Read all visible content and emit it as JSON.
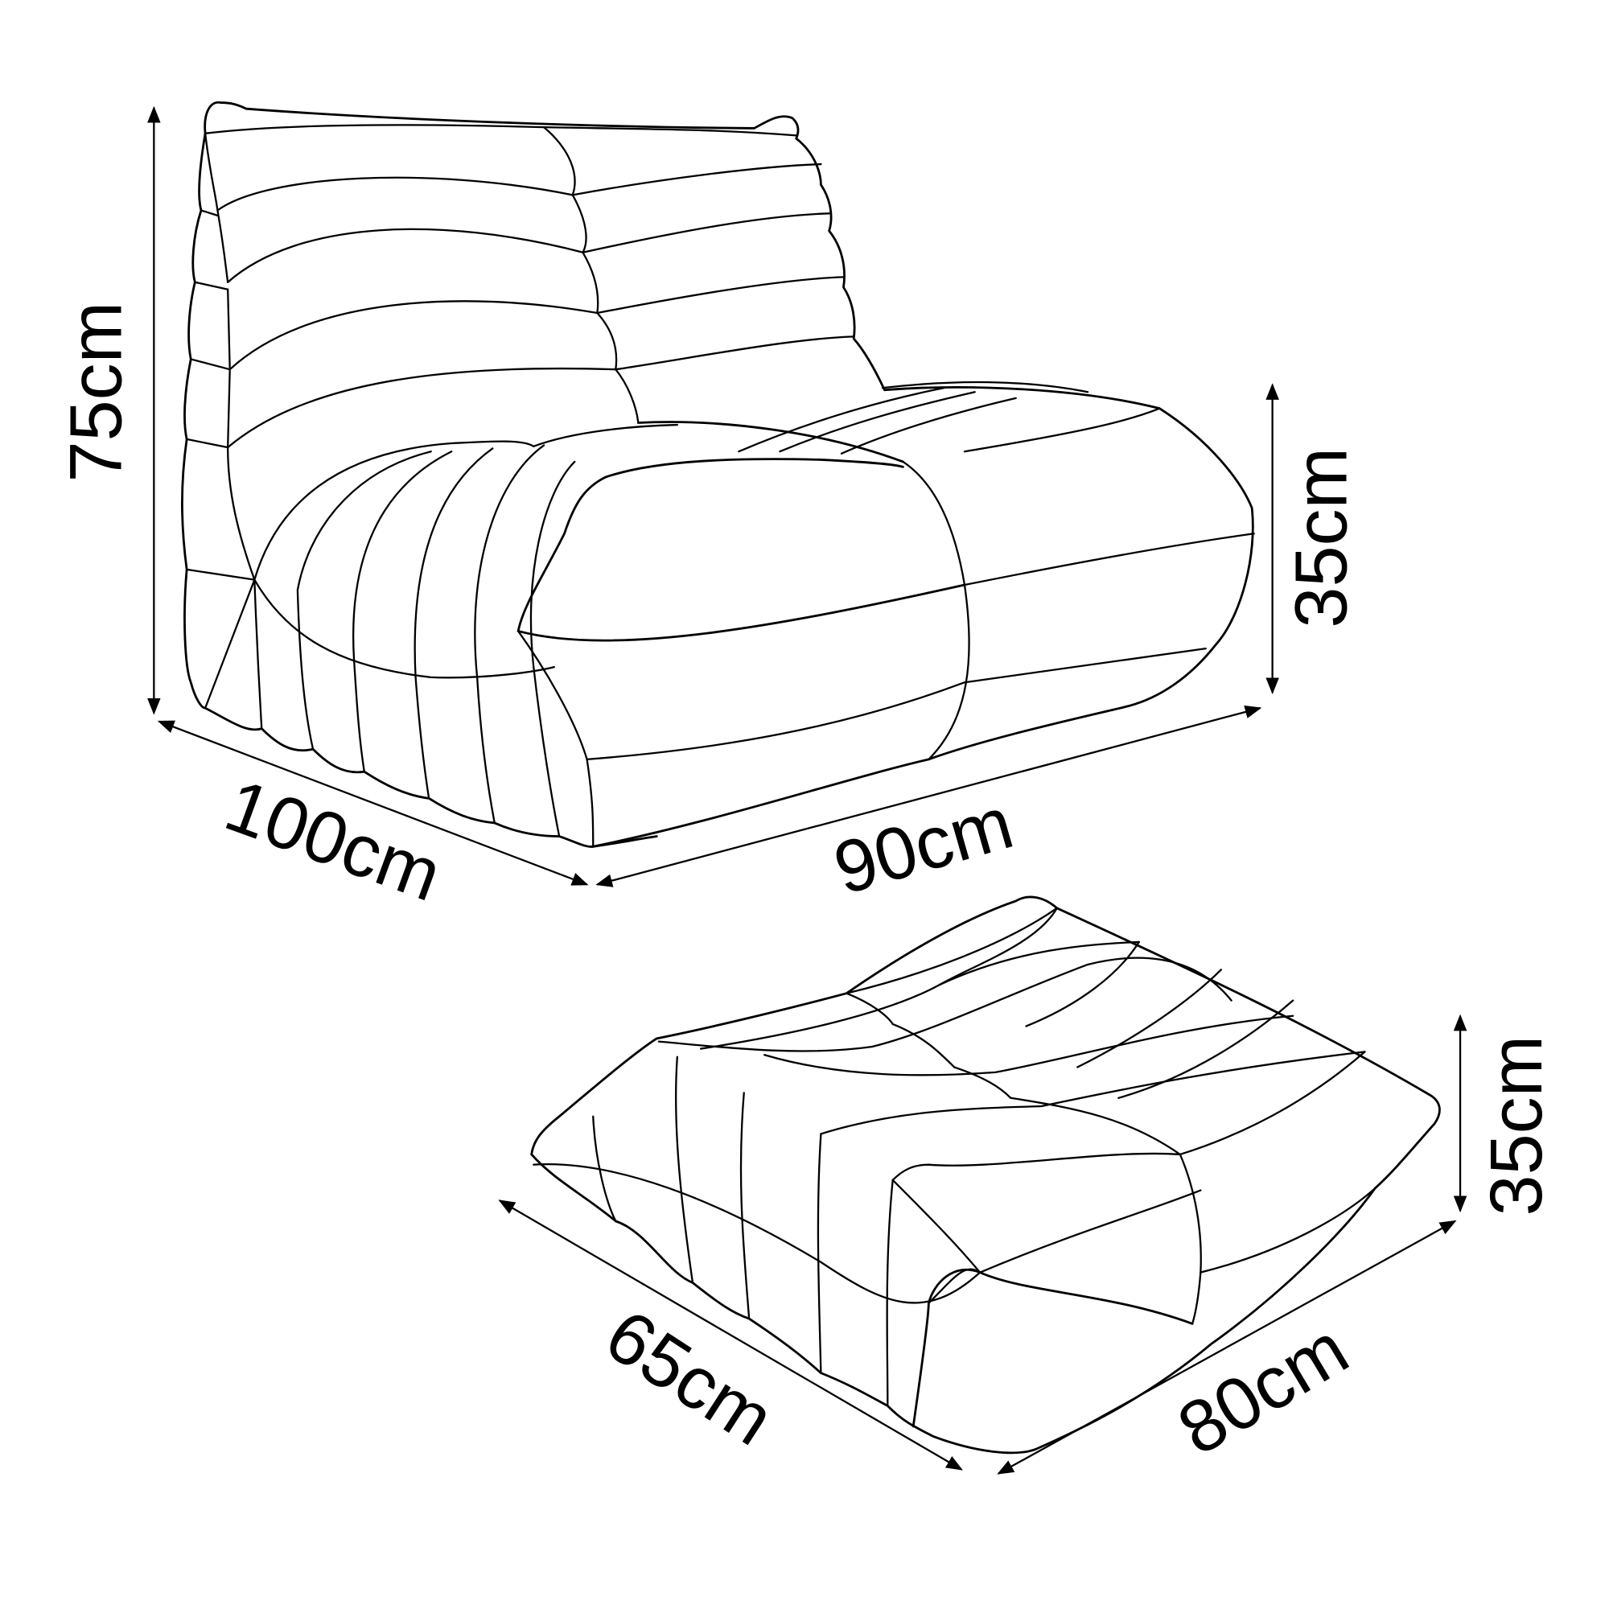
{
  "diagram": {
    "type": "product-dimension-drawing",
    "background": "#ffffff",
    "line_color": "#000000"
  },
  "chair": {
    "name": "lounge-chair",
    "dimensions": {
      "height": "75cm",
      "seat_height": "35cm",
      "depth": "100cm",
      "width": "90cm"
    }
  },
  "ottoman": {
    "name": "ottoman",
    "dimensions": {
      "height": "35cm",
      "depth": "65cm",
      "width": "80cm"
    }
  }
}
